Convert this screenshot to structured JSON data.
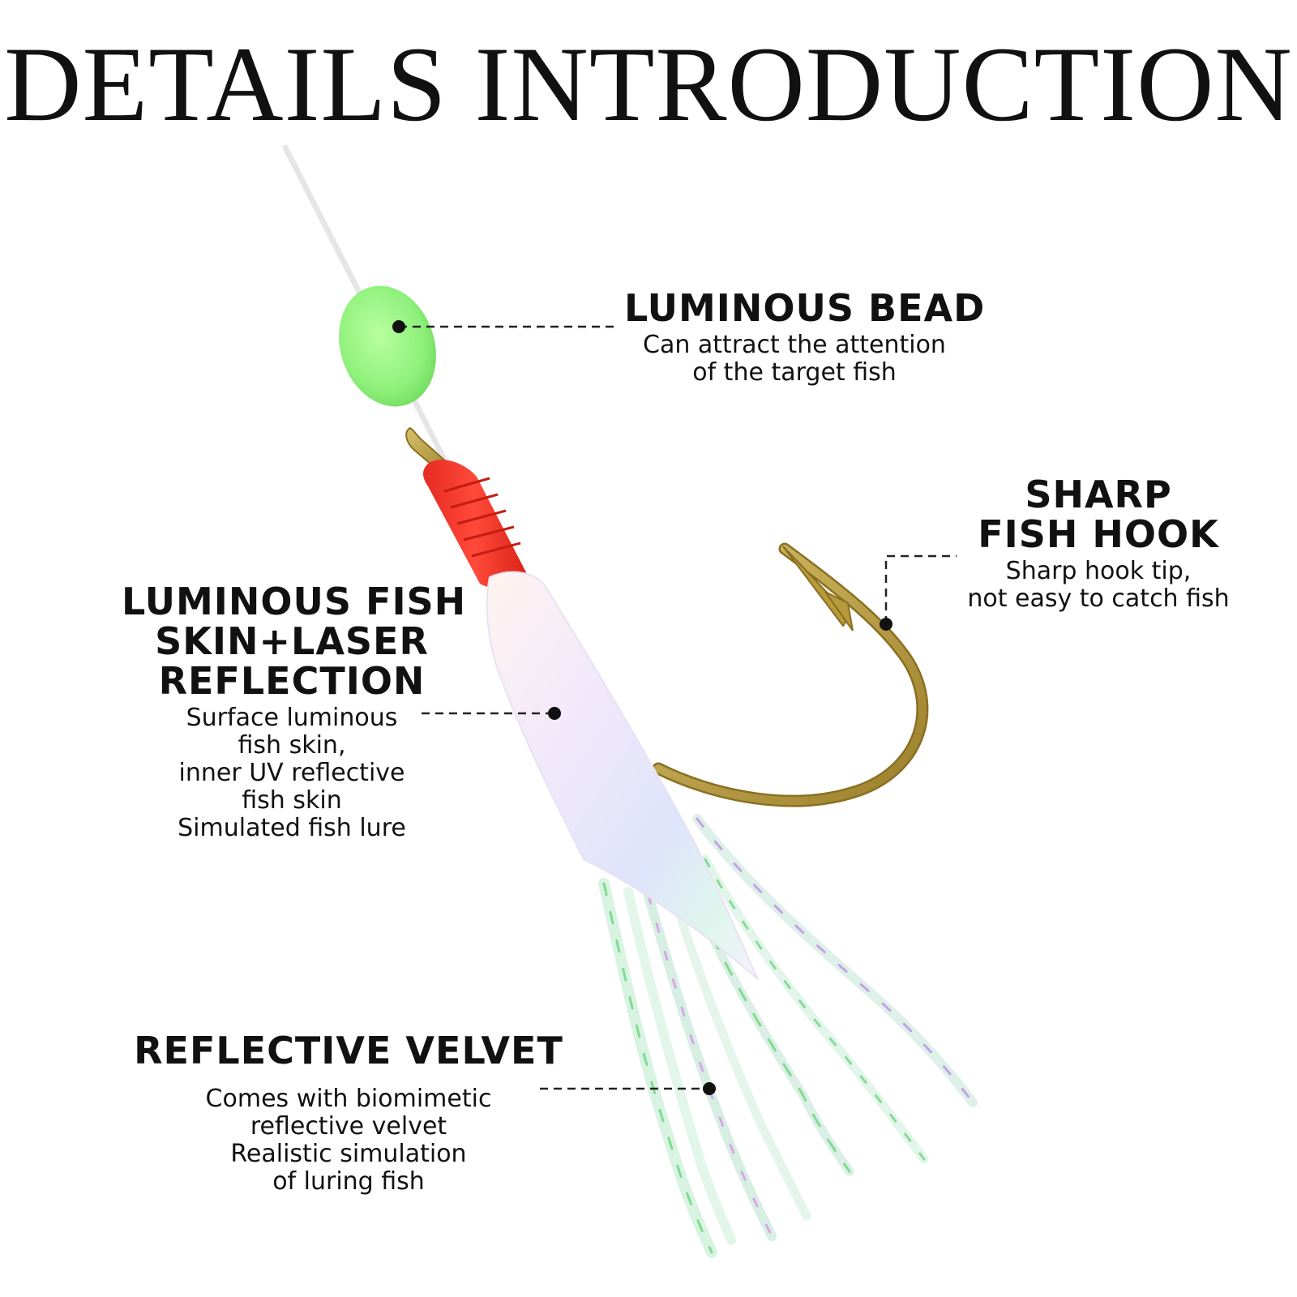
{
  "title": "DETAILS INTRODUCTION",
  "callouts": {
    "bead": {
      "heading": "LUMINOUS BEAD",
      "lines": [
        "Can attract the attention",
        "of the target fish"
      ]
    },
    "hook": {
      "heading_lines": [
        "SHARP",
        "FISH HOOK"
      ],
      "lines": [
        "Sharp hook tip,",
        "not easy to catch fish"
      ]
    },
    "skin": {
      "heading_lines": [
        "LUMINOUS FISH",
        "SKIN+LASER",
        "REFLECTION"
      ],
      "lines": [
        "Surface luminous",
        "fish skin,",
        "inner UV reflective",
        "fish skin",
        "Simulated fish lure"
      ]
    },
    "velvet": {
      "heading": "REFLECTIVE VELVET",
      "lines": [
        "Comes with biomimetic",
        "reflective velvet",
        "Realistic simulation",
        "of luring fish"
      ]
    }
  },
  "colors": {
    "bead_green": "#8ef07a",
    "thread_red": "#ff3b2f",
    "hook_gold": "#b79a3c",
    "text": "#111111",
    "skin_pearl": "#f3eef8"
  }
}
